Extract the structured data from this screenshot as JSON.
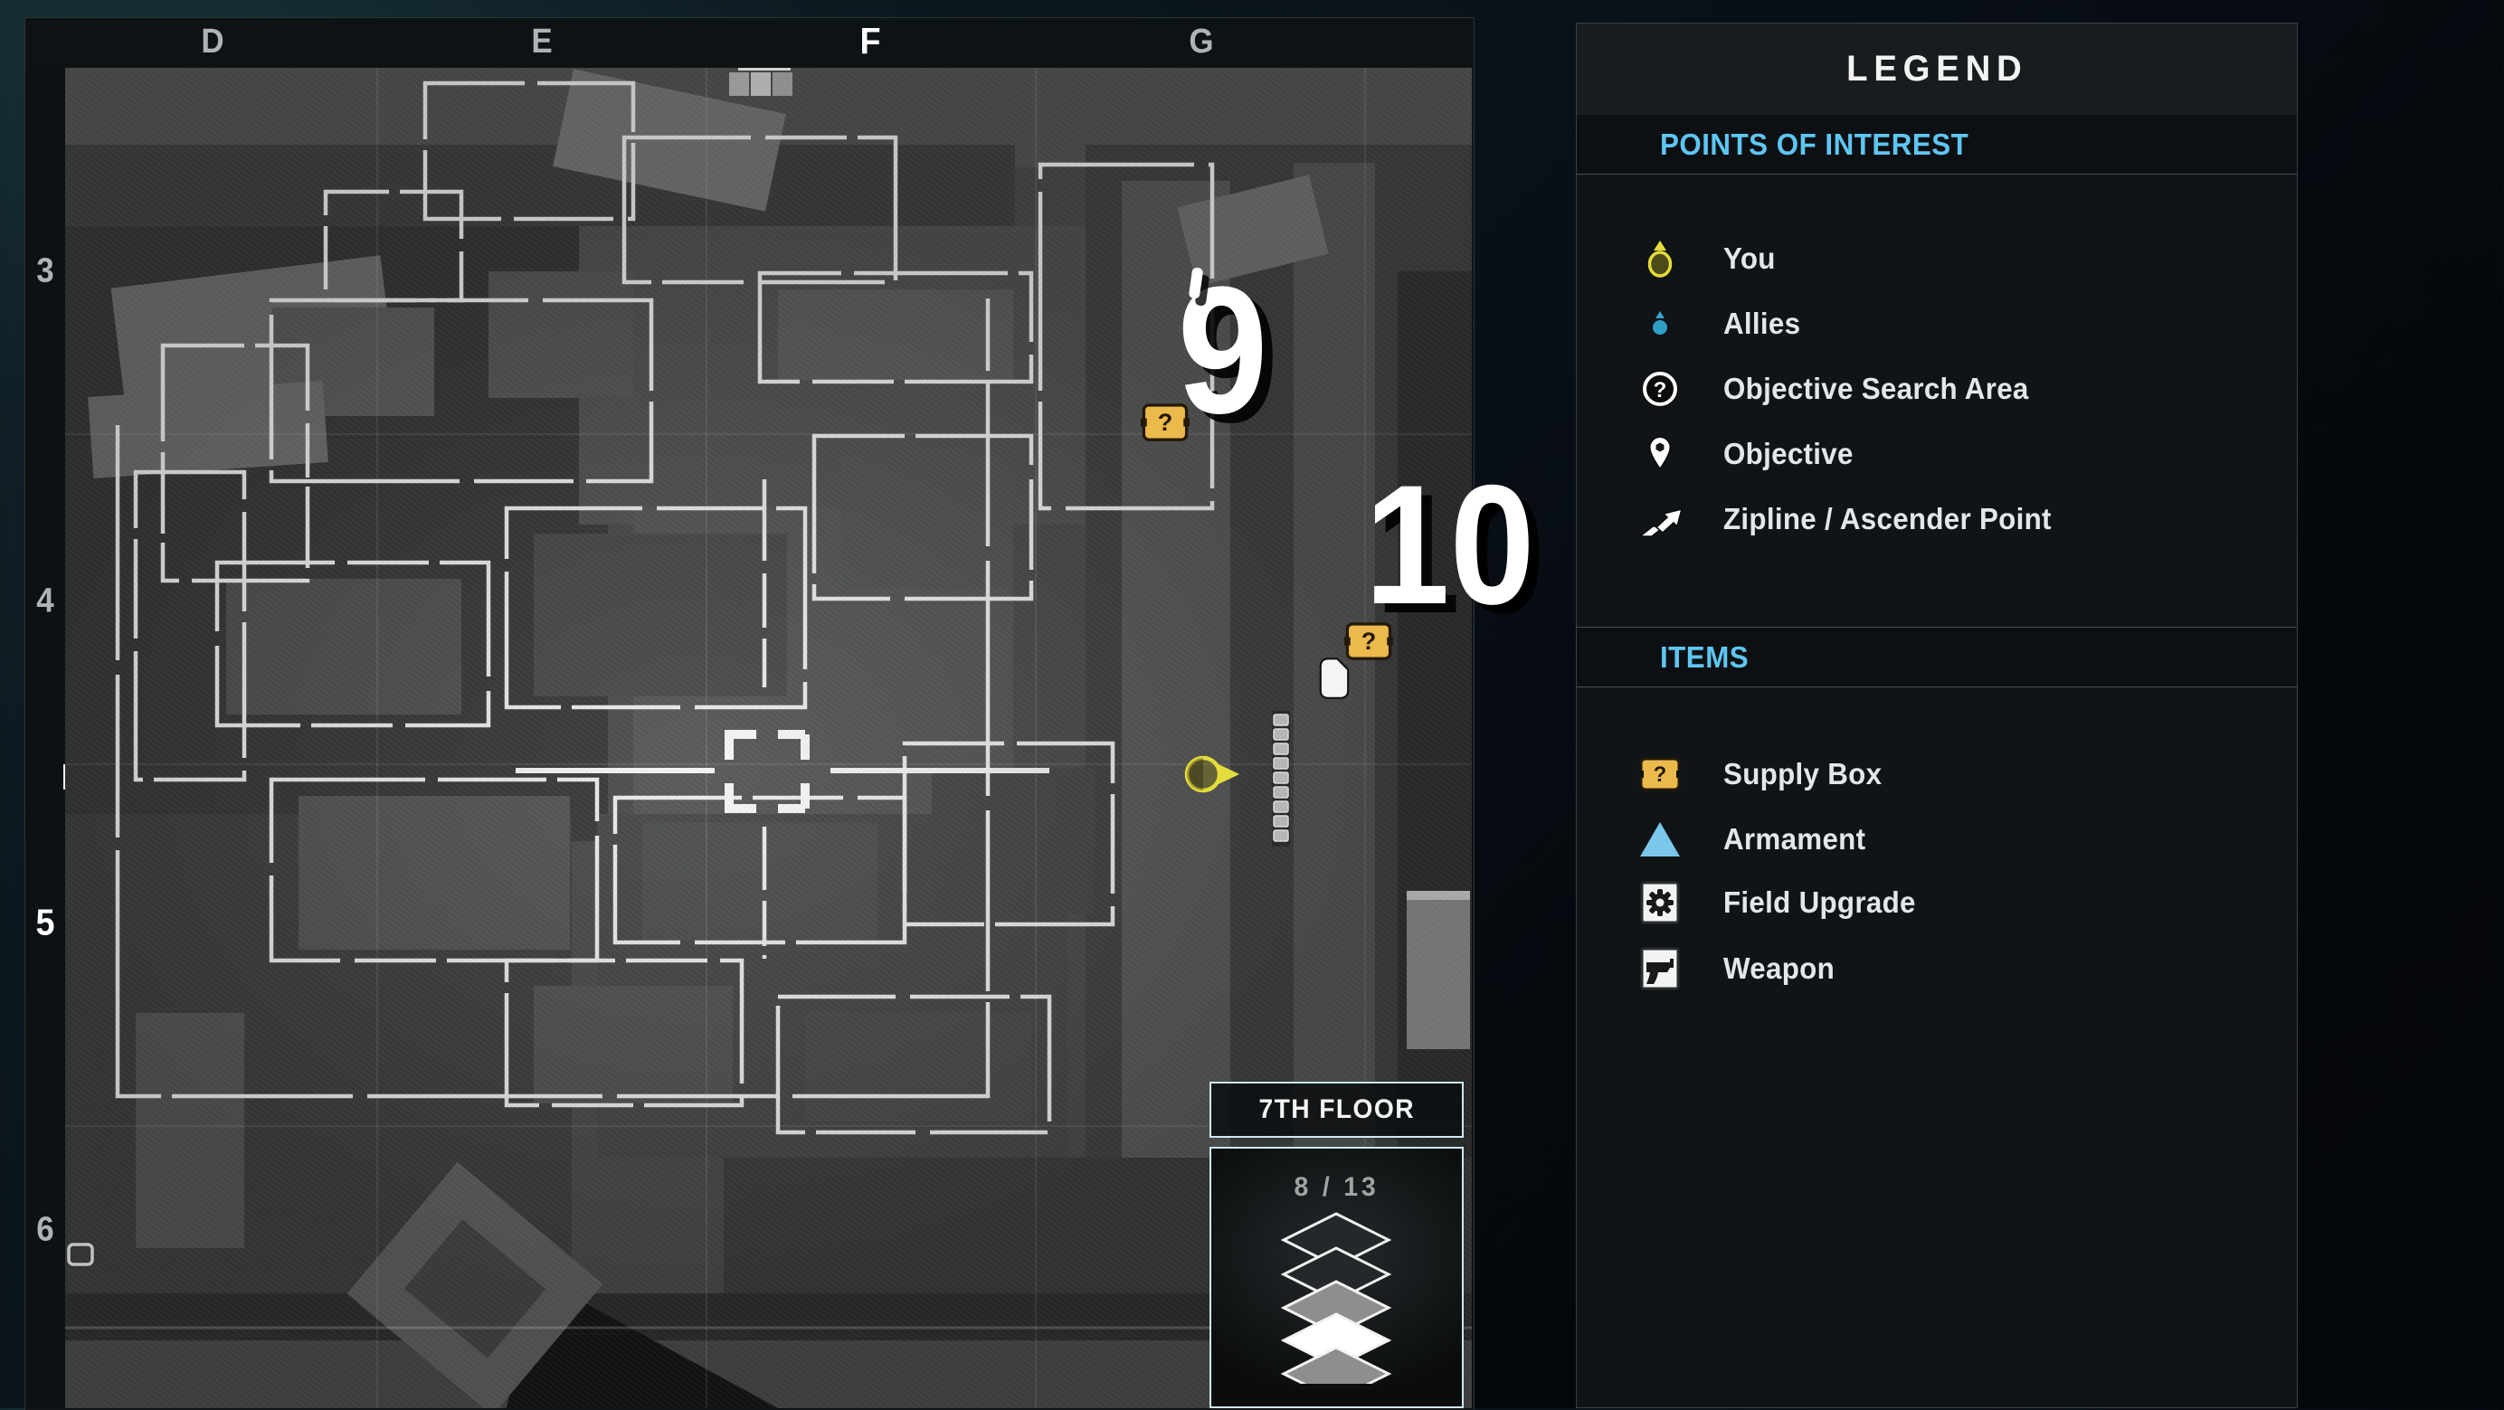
{
  "map": {
    "grid": {
      "columns": [
        "D",
        "E",
        "F",
        "G"
      ],
      "rows": [
        "3",
        "4",
        "5",
        "6"
      ],
      "active_column": "F",
      "active_row": "5"
    },
    "annotations": [
      {
        "label": "9"
      },
      {
        "label": "10"
      }
    ],
    "markers": [
      {
        "name": "supply-box-marker-1",
        "icon": "supply-box-icon"
      },
      {
        "name": "supply-box-marker-2",
        "icon": "supply-box-icon"
      },
      {
        "name": "item-marker",
        "icon": "white-tag-icon"
      },
      {
        "name": "player-marker",
        "icon": "you-icon"
      }
    ]
  },
  "floor_panel": {
    "title": "7TH FLOOR",
    "counter": "8 / 13",
    "current_floor": 8,
    "total_floors": 13,
    "stack": [
      "outline",
      "outline",
      "solid-gray",
      "solid-white",
      "solid-gray"
    ]
  },
  "legend": {
    "title": "LEGEND",
    "sections": [
      {
        "heading": "POINTS OF INTEREST",
        "rows": [
          {
            "icon": "you-icon",
            "label": "You"
          },
          {
            "icon": "allies-icon",
            "label": "Allies"
          },
          {
            "icon": "objective-search-area-icon",
            "label": "Objective Search Area"
          },
          {
            "icon": "objective-icon",
            "label": "Objective"
          },
          {
            "icon": "zipline-ascender-icon",
            "label": "Zipline / Ascender Point"
          }
        ]
      },
      {
        "heading": "ITEMS",
        "rows": [
          {
            "icon": "supply-box-icon",
            "label": "Supply Box"
          },
          {
            "icon": "armament-icon",
            "label": "Armament"
          },
          {
            "icon": "field-upgrade-icon",
            "label": "Field Upgrade"
          },
          {
            "icon": "weapon-icon",
            "label": "Weapon"
          }
        ]
      }
    ]
  },
  "colors": {
    "accent_cyan": "#5ec6f2",
    "supply_box_yellow": "#ecb94d",
    "player_yellow": "#e4dc3c",
    "allies_teal": "#35a7cf",
    "armament_blue": "#7ac7ea",
    "wall_white": "#eceeec",
    "panel_border_blue": "#cfe7f5"
  }
}
